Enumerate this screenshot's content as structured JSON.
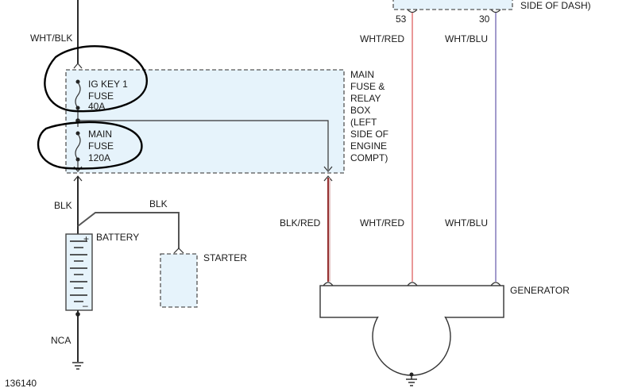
{
  "labels": {
    "wht_blk": "WHT/BLK",
    "blk_1": "BLK",
    "blk_2": "BLK",
    "battery": "BATTERY",
    "battery_plus": "+",
    "battery_minus": "–",
    "nca": "NCA",
    "starter": "STARTER",
    "fuse_ig": [
      "IG KEY 1",
      "FUSE",
      "40A"
    ],
    "fuse_main": [
      "MAIN",
      "FUSE",
      "120A"
    ],
    "fuse_box": [
      "MAIN",
      "FUSE &",
      "RELAY",
      "BOX",
      "(LEFT",
      "SIDE OF",
      "ENGINE",
      "COMPT)"
    ],
    "side_of_dash": "SIDE OF DASH)",
    "pin_53": "53",
    "pin_30": "30",
    "wht_red_top": "WHT/RED",
    "wht_blu_top": "WHT/BLU",
    "blk_red": "BLK/RED",
    "wht_red_bottom": "WHT/RED",
    "wht_blu_bottom": "WHT/BLU",
    "generator": "GENERATOR",
    "diagram_id": "136140"
  },
  "colors": {
    "box_fill": "#e6f3fb",
    "wire_black": "#2b2b2b",
    "wire_red": "#e57e7e",
    "wire_blue": "#8b80c0",
    "wire_blk_red": "#8b1a1a"
  }
}
